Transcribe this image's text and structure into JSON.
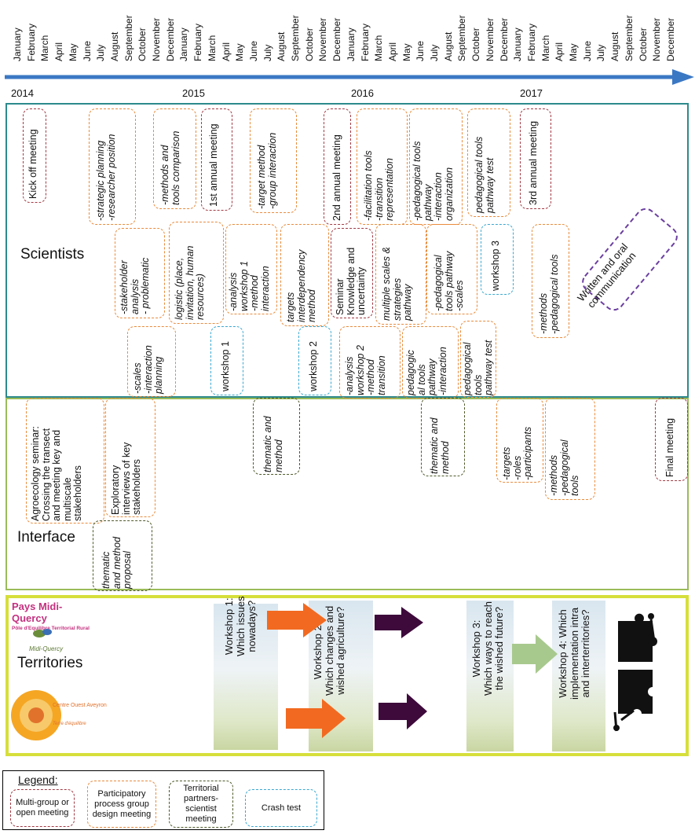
{
  "timeline": {
    "months": [
      "January",
      "February",
      "March",
      "April",
      "May",
      "June",
      "July",
      "August",
      "September",
      "October",
      "November",
      "December"
    ],
    "years": [
      "2014",
      "2015",
      "2016",
      "2017"
    ]
  },
  "sections": {
    "scientists": "Scientists",
    "interface": "Interface",
    "territories": "Territories"
  },
  "scientists_boxes": [
    {
      "id": "kickoff",
      "text": "Kick off meeting",
      "type": "red",
      "italic": false
    },
    {
      "id": "strategic",
      "text": "-strategic planning\n-researcher position",
      "type": "orange",
      "italic": true
    },
    {
      "id": "methods_comparison",
      "text": "-methods and\ntools comparison",
      "type": "orange",
      "italic": true
    },
    {
      "id": "annual1",
      "text": "1st annual meeting",
      "type": "red",
      "italic": false
    },
    {
      "id": "target_method",
      "text": "-target method\n-group interaction",
      "type": "orange",
      "italic": true
    },
    {
      "id": "annual2",
      "text": "2nd annual meeting",
      "type": "red",
      "italic": false
    },
    {
      "id": "facilitation",
      "text": "-facilitation tools\n-transition\nrepresentation",
      "type": "orange",
      "italic": true
    },
    {
      "id": "pedagogical_pathway",
      "text": "-pedagogical tools\npathway\n-interaction\norganization",
      "type": "orange",
      "italic": true
    },
    {
      "id": "pathway_test1",
      "text": "pedagogical tools\npathway test",
      "type": "orange",
      "italic": true
    },
    {
      "id": "annual3",
      "text": "3rd annual meeting",
      "type": "red",
      "italic": false
    },
    {
      "id": "stakeholder",
      "text": "-stakeholder\nanalysis\n- problematic",
      "type": "orange",
      "italic": true
    },
    {
      "id": "logistic",
      "text": "logistic (place,\ninvitation, human\nresources)",
      "type": "orange",
      "italic": true
    },
    {
      "id": "analysis1",
      "text": "-analysis\nworkshop 1\n-method\ninteraction",
      "type": "orange",
      "italic": true
    },
    {
      "id": "targets",
      "text": "targets\ninterdependency\nmethod",
      "type": "orange",
      "italic": true
    },
    {
      "id": "seminar",
      "text": "Seminar\nKnowledge and\nuncertainty",
      "type": "red",
      "italic": false
    },
    {
      "id": "multiple_scales",
      "text": "multiple scales &\nstrategies\npathway",
      "type": "orange",
      "italic": true
    },
    {
      "id": "ped_scales",
      "text": "-pedagogical\ntools pathway\n-scales",
      "type": "orange",
      "italic": true
    },
    {
      "id": "workshop3",
      "text": "workshop 3",
      "type": "blue",
      "italic": false
    },
    {
      "id": "methods_ped",
      "text": "-methods\n-pedagogical tools",
      "type": "orange",
      "italic": true
    },
    {
      "id": "written",
      "text": "Written and oral\ncommunication",
      "type": "purple",
      "italic": false
    },
    {
      "id": "scales_planning",
      "text": "-scales\n-interaction\nplanning",
      "type": "orange",
      "italic": true
    },
    {
      "id": "workshop1",
      "text": "workshop 1",
      "type": "blue",
      "italic": false
    },
    {
      "id": "workshop2",
      "text": "workshop 2",
      "type": "blue",
      "italic": false
    },
    {
      "id": "analysis2",
      "text": "-analysis\nworkshop 2\n-method\ntransition",
      "type": "orange",
      "italic": true
    },
    {
      "id": "ped_interaction",
      "text": "pedagogic\nal tools\npathway\n-interaction",
      "type": "orange",
      "italic": true
    },
    {
      "id": "pathway_test2",
      "text": "pedagogical\ntools\npathway test",
      "type": "orange",
      "italic": true
    }
  ],
  "interface_boxes": [
    {
      "id": "agroecology",
      "text": "Agroecology seminar:\nCrossing the transect\nand meeting key and\nmultiscale\nstakeholders",
      "type": "orange"
    },
    {
      "id": "exploratory",
      "text": "Exploratory\ninterviews of key\nstakeholders",
      "type": "orange"
    },
    {
      "id": "thematic_proposal",
      "text": "thematic\nand method\nproposal",
      "type": "green"
    },
    {
      "id": "thematic1",
      "text": "thematic and\nmethod",
      "type": "green"
    },
    {
      "id": "thematic2",
      "text": "thematic and\nmethod",
      "type": "green"
    },
    {
      "id": "targets_roles",
      "text": "-targets\n-roles\n-participants",
      "type": "orange"
    },
    {
      "id": "methods_ped2",
      "text": "-methods\n-pedagogical\ntools",
      "type": "orange"
    },
    {
      "id": "final",
      "text": "Final meeting",
      "type": "red"
    }
  ],
  "territories": {
    "logo1_title": "Pays Midi-Quercy",
    "logo1_sub": "Pôle d'Equilibre Territorial Rural",
    "logo1_small": "Midi-Quercy",
    "logo2_title": "Centre Ouest Aveyron",
    "logo2_sub": "Terre d'équilibre",
    "workshops": [
      {
        "id": "ws1",
        "text": "Workshop 1:\nWhich issues\nnowadays?"
      },
      {
        "id": "ws2",
        "text": "Workshop 2:\nWhich changes and\nwished agriculture?"
      },
      {
        "id": "ws3",
        "text": "Workshop 3:\nWhich ways to reach\nthe wished future?"
      },
      {
        "id": "ws4",
        "text": "Workshop 4: Which\nimplementation intra\nand interterritories?"
      }
    ]
  },
  "legend": {
    "title": "Legend:",
    "items": [
      {
        "id": "multi",
        "text": "Multi-group or open meeting",
        "type": "red"
      },
      {
        "id": "participatory",
        "text": "Participatory process group design meeting",
        "type": "orange"
      },
      {
        "id": "territorial",
        "text": "Territorial partners-scientist meeting",
        "type": "green"
      },
      {
        "id": "crash",
        "text": "Crash test",
        "type": "blue"
      }
    ]
  },
  "colors": {
    "arrow": "#3b78c4",
    "scientists_border": "#2d8a8c",
    "interface_border": "#9bbb59",
    "territories_border": "#d6df3a",
    "orange_arrow": "#f26a21",
    "purple_arrow": "#3d0a3b",
    "green_arrow": "#a8c98e"
  }
}
